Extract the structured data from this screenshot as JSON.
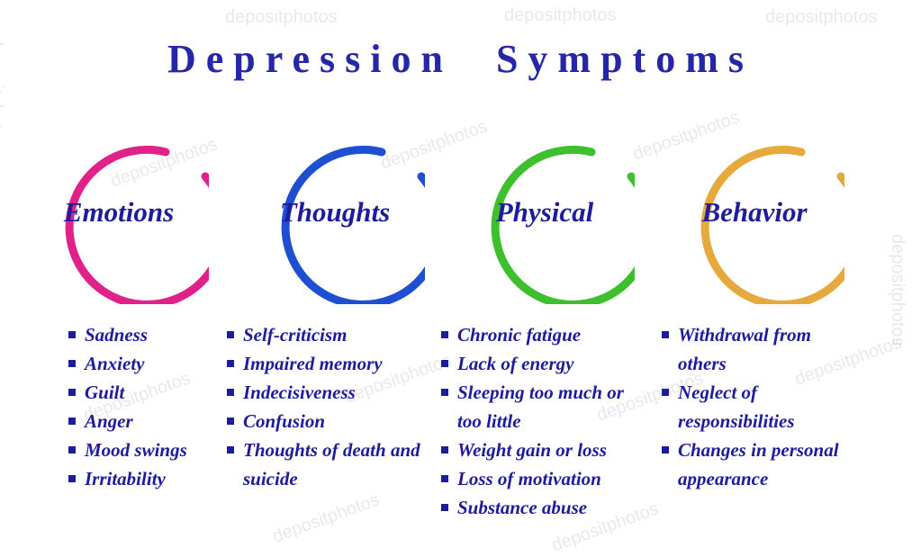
{
  "title": "Depression Symptoms",
  "watermark": "depositphotos",
  "colors": {
    "text_navy": "#1c1c9c",
    "title_blue": "#2626a8",
    "emotions_pink": "#e0218a",
    "thoughts_blue": "#1e4fd0",
    "physical_green": "#3ebf2d",
    "behavior_gold": "#e6a93b"
  },
  "columns": [
    {
      "label": "Emotions",
      "color": "#e0218a",
      "items": [
        "Sadness",
        "Anxiety",
        "Guilt",
        "Anger",
        "Mood swings",
        "Irritability"
      ]
    },
    {
      "label": "Thoughts",
      "color": "#1e4fd0",
      "items": [
        "Self-criticism",
        "Impaired memory",
        "Indecisiveness",
        "Confusion",
        "Thoughts of death and suicide"
      ]
    },
    {
      "label": "Physical",
      "color": "#3ebf2d",
      "items": [
        "Chronic fatigue",
        "Lack of energy",
        "Sleeping too much or too little",
        "Weight gain or loss",
        "Loss of motivation",
        "Substance abuse"
      ]
    },
    {
      "label": "Behavior",
      "color": "#e6a93b",
      "items": [
        "Withdrawal from others",
        "Neglect  of responsibilities",
        "Changes in personal appearance"
      ]
    }
  ]
}
